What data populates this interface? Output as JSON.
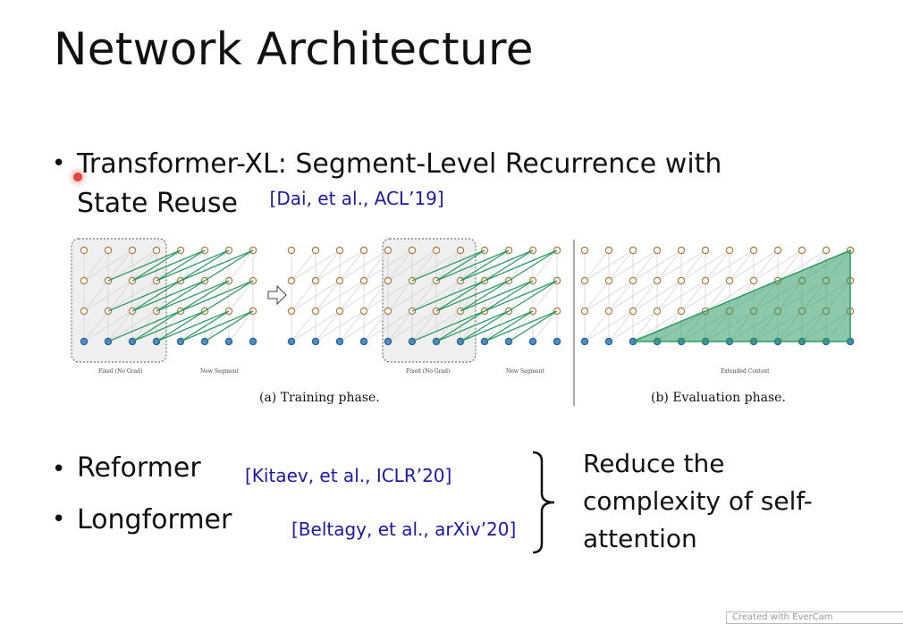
{
  "slide": {
    "title": "Network Architecture",
    "bullet1": {
      "line1": "Transformer-XL: Segment-Level Recurrence with",
      "line2": "State Reuse",
      "citation": "[Dai, et al., ACL’19]"
    },
    "figure": {
      "caption_a": "(a) Training phase.",
      "caption_b": "(b) Evaluation phase.",
      "label_fixed_1": "Fixed (No Grad)",
      "label_new_1": "New Segment",
      "label_fixed_2": "Fixed (No Grad)",
      "label_new_2": "New Segment",
      "label_extended": "Extended Context",
      "node_colors": {
        "hidden": "#e9a86a",
        "input": "#4a8fc9",
        "attention": "#2e9a63"
      }
    },
    "bullet2": {
      "text": "Reformer",
      "citation": "[Kitaev, et al., ICLR’20]"
    },
    "bullet3": {
      "text": "Longformer",
      "citation": "[Beltagy, et al., arXiv’20]"
    },
    "brace_note": {
      "line1": "Reduce the",
      "line2": "complexity of self-",
      "line3": "attention"
    },
    "watermark": "Created with EverCam"
  }
}
